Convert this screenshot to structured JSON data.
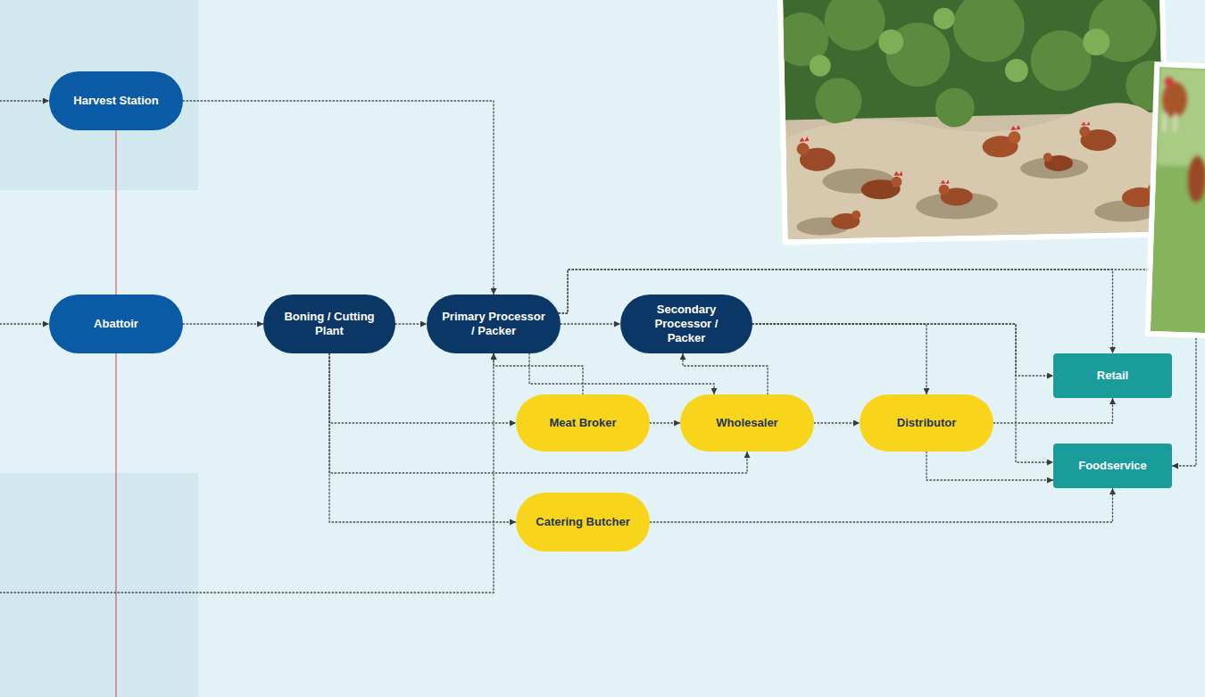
{
  "diagram": {
    "nodes": [
      {
        "text": [
          "Harvest Station"
        ]
      },
      {
        "text": [
          "Abattoir"
        ]
      },
      {
        "text": [
          "Boning / Cutting Plant"
        ]
      },
      {
        "text": [
          "Primary Processor / Packer"
        ]
      },
      {
        "text": [
          "Secondary Processor / Packer"
        ]
      },
      {
        "text": [
          "Retail"
        ]
      },
      {
        "text": [
          "Meat Broker"
        ]
      },
      {
        "text": [
          "Wholesaler"
        ]
      },
      {
        "text": [
          "Distributor"
        ]
      },
      {
        "text": [
          "Foodservice"
        ]
      },
      {
        "text": [
          "Catering Butcher"
        ]
      }
    ],
    "edges": [
      {
        "from": 0,
        "to": 3,
        "arrow": "to"
      },
      {
        "from": 1,
        "to": 2,
        "arrow": "to"
      },
      {
        "from": 2,
        "to": 3,
        "arrow": "to"
      },
      {
        "from": 3,
        "to": 4,
        "arrow": "to"
      },
      {
        "from": 3,
        "to": 5,
        "arrow": "to"
      },
      {
        "from": 3,
        "to": 9,
        "arrow": "to"
      },
      {
        "from": 4,
        "to": 8,
        "arrow": "to"
      },
      {
        "from": 4,
        "to": 5,
        "arrow": "to"
      },
      {
        "from": 4,
        "to": 9,
        "arrow": "to"
      },
      {
        "from": 3,
        "to": 7,
        "arrow": "to"
      },
      {
        "from": 6,
        "to": 3,
        "arrow": "to"
      },
      {
        "from": 7,
        "to": 4,
        "arrow": "to"
      },
      {
        "from": 2,
        "to": 6,
        "arrow": "to"
      },
      {
        "from": 2,
        "to": 7,
        "arrow": "to"
      },
      {
        "from": 2,
        "to": 10,
        "arrow": "to"
      },
      {
        "from": 6,
        "to": 7,
        "arrow": "to"
      },
      {
        "from": 7,
        "to": 8,
        "arrow": "to"
      },
      {
        "from": 8,
        "to": 5,
        "arrow": "to"
      },
      {
        "from": 8,
        "to": 9,
        "arrow": "to"
      },
      {
        "from": 10,
        "to": 9,
        "arrow": "to"
      }
    ]
  }
}
